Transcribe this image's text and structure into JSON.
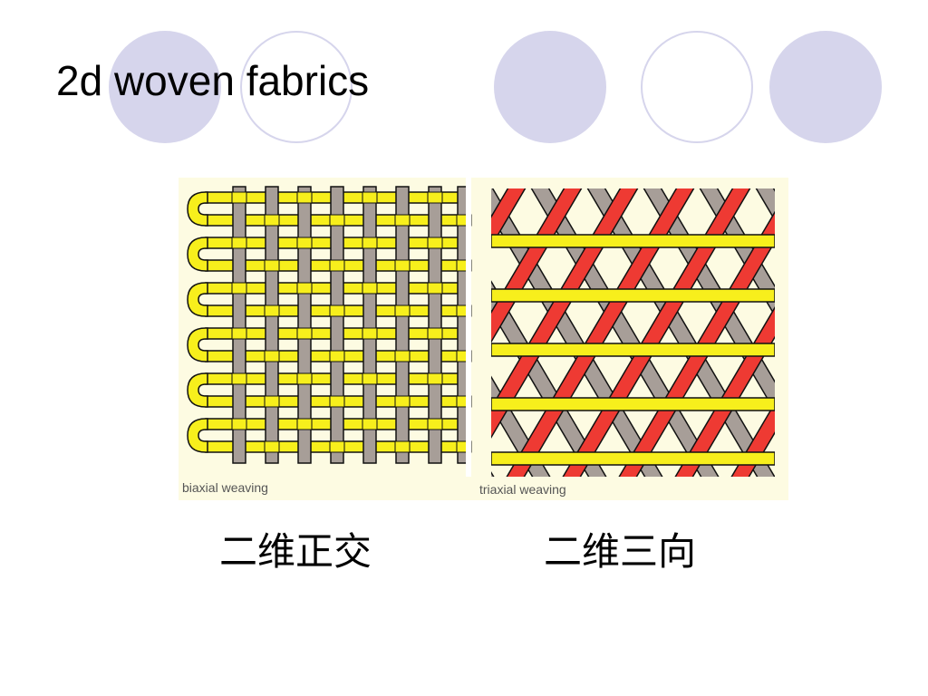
{
  "slide": {
    "title": "2d woven fabrics",
    "accent_fill": "#d6d5ec",
    "decor_circles": [
      "filled",
      "outline",
      "filled",
      "outline",
      "filled"
    ]
  },
  "figure": {
    "biaxial_label": "biaxial weaving",
    "triaxial_label": "triaxial weaving",
    "colors": {
      "yellow": "#f7ef1c",
      "gray": "#a79e98",
      "red": "#ee3a33",
      "background": "#fdfbe2",
      "outline": "#111111"
    }
  },
  "captions": {
    "left": "二维正交",
    "right": "二维三向"
  }
}
